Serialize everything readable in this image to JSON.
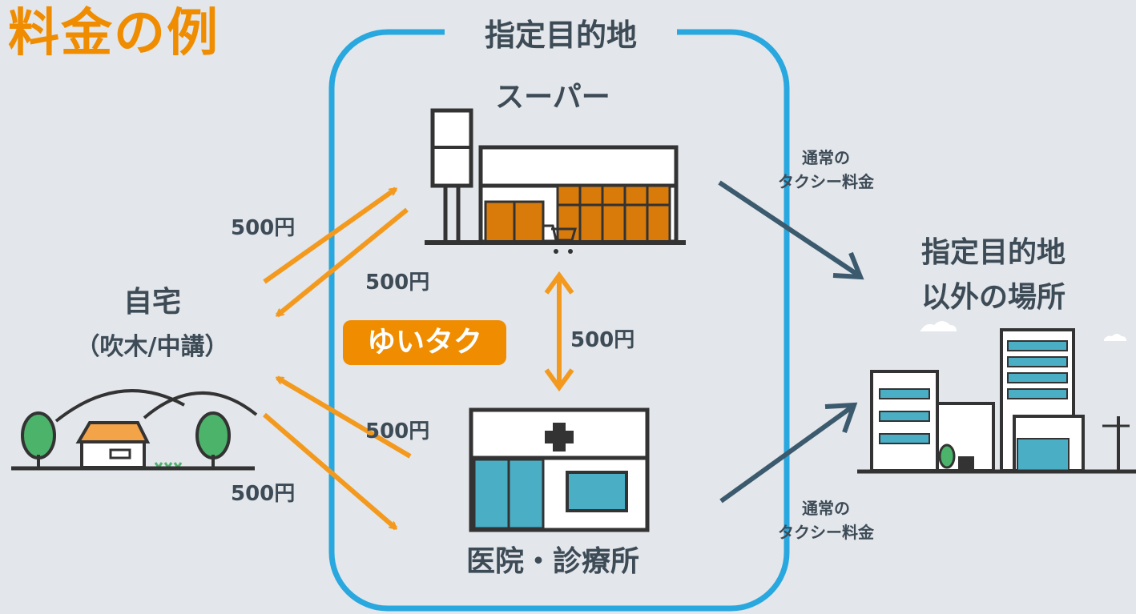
{
  "title": "料金の例",
  "zone": {
    "title": "指定目的地"
  },
  "places": {
    "supermarket": "スーパー",
    "clinic": "医院・診療所",
    "home_line1": "自宅",
    "home_line2": "（吹木/中講）",
    "other_line1": "指定目的地",
    "other_line2": "以外の場所"
  },
  "fares": {
    "home_to_super": "500円",
    "super_to_home": "500円",
    "super_clinic": "500円",
    "clinic_to_home": "500円",
    "home_to_clinic": "500円"
  },
  "taxi_note": {
    "line1": "通常の",
    "line2": "タクシー料金"
  },
  "badge": {
    "label": "ゆいタク"
  },
  "colors": {
    "title": "#f08c00",
    "zone_border": "#29a7df",
    "arrow_orange": "#f39a1e",
    "arrow_dark": "#3c5a6e",
    "text": "#3d4b57",
    "background": "#e3e6ea"
  }
}
